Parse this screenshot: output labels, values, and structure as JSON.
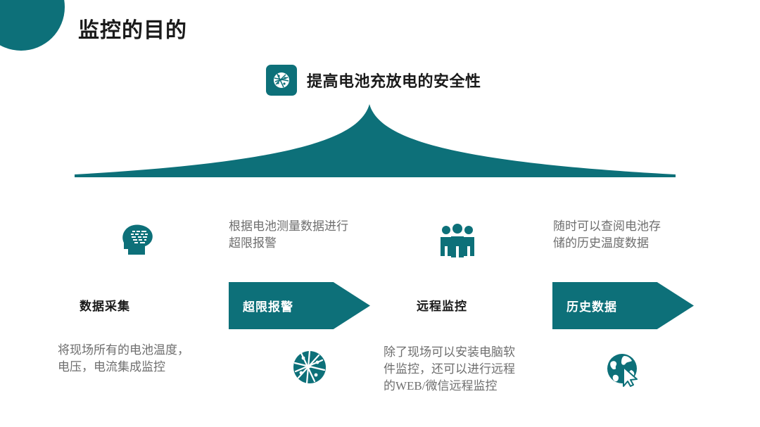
{
  "slide": {
    "title": "监控的目的",
    "headline": {
      "icon": "network-globe-icon",
      "text": "提高电池充放电的安全性"
    },
    "accent_color": "#0d7079",
    "text_color": "#1a1a1a",
    "body_color": "#6e6e6e",
    "banner_text_color": "#ffffff"
  },
  "columns": [
    {
      "key": "data-collection",
      "label": "数据采集",
      "label_style": "plain",
      "icon": "head-brain-icon",
      "icon_position": "above-label",
      "body": "将现场所有的电池温度，电压，电流集成监控",
      "body_position": "below-label",
      "body_lines": [
        "将现场所有的电池温度，",
        "电压，电流集成监控"
      ]
    },
    {
      "key": "over-limit-alarm",
      "label": "超限报警",
      "label_style": "arrow-banner",
      "icon": "sphere-network-icon",
      "icon_position": "below-label",
      "body": "根据电池测量数据进行超限报警",
      "body_position": "above-label",
      "body_lines": [
        "根据电池测量数据进行",
        "超限报警"
      ]
    },
    {
      "key": "remote-monitoring",
      "label": "远程监控",
      "label_style": "plain",
      "icon": "three-people-icon",
      "icon_position": "above-label",
      "body": "除了现场可以安装电脑软件监控，还可以进行远程的WEB/微信远程监控",
      "body_position": "below-label",
      "body_lines": [
        "除了现场可以安装电脑软",
        "件监控，还可以进行远程",
        "的WEB/微信远程监控"
      ]
    },
    {
      "key": "history-data",
      "label": "历史数据",
      "label_style": "arrow-banner",
      "icon": "globe-cursor-icon",
      "icon_position": "below-label",
      "body": "随时可以查阅电池存储的历史温度数据",
      "body_position": "above-label",
      "body_lines": [
        "随时可以查阅电池存",
        "储的历史温度数据"
      ]
    }
  ]
}
